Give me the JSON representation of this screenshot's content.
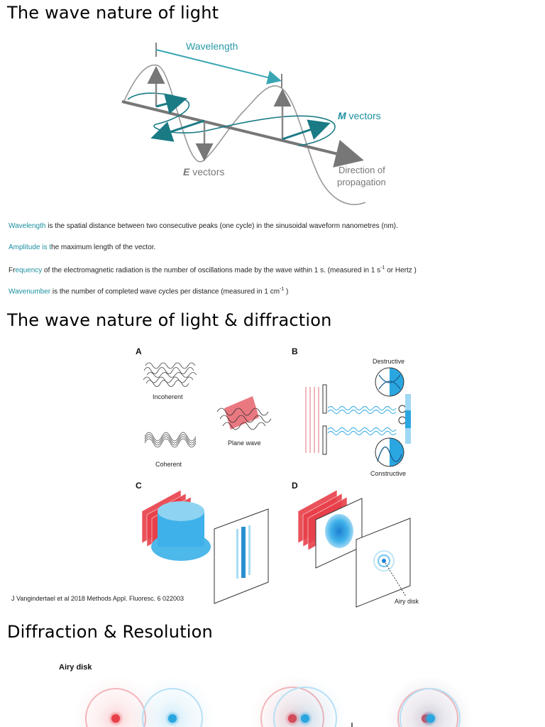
{
  "slide1": {
    "title": "The wave nature of light",
    "figure": {
      "wavelength_label": "Wavelength",
      "m_vectors_italic": "M",
      "m_vectors_rest": " vectors",
      "e_vectors_italic": "E",
      "e_vectors_rest": " vectors",
      "direction_line1": "Direction of",
      "direction_line2": "propagation"
    },
    "definitions": [
      {
        "term": "Wavelength",
        "pre": "",
        "text": "  is the spatial distance between two consecutive peaks (one cycle) in the sinusoidal waveform nanometres (nm).",
        "sup": "",
        "tail": ""
      },
      {
        "term": "Amplitude is t",
        "pre": "",
        "text": "he maximum length of the vector.",
        "sup": "",
        "tail": ""
      },
      {
        "term": "equency",
        "pre": "Fr",
        "text": " of the electromagnetic radiation is the number of oscillations made by the wave within 1 s. (measured in 1 s",
        "sup": "-1",
        "tail": " or Hertz )"
      },
      {
        "term": "Wavenumber",
        "pre": "",
        "text": "  is the number of completed wave cycles per distance (measured in 1 cm",
        "sup": "-1",
        "tail": " )"
      }
    ]
  },
  "slide2": {
    "title": "The wave nature of light & diffraction",
    "panels": {
      "a": "A",
      "b": "B",
      "c": "C",
      "d": "D",
      "incoherent": "Incoherent",
      "coherent": "Coherent",
      "plane_wave": "Plane wave",
      "destructive": "Destructive",
      "constructive": "Constructive",
      "airy_disk": "Airy disk"
    },
    "citation": "J Vangindertael et al 2018 Methods Appl. Fluoresc. 6 022003"
  },
  "slide3": {
    "title": "Diffraction & Resolution",
    "airy_label": "Airy disk"
  },
  "colors": {
    "teal": "#1a8f9f",
    "red": "#e8404a",
    "blue": "#2aa6e0",
    "gray": "#888888"
  }
}
